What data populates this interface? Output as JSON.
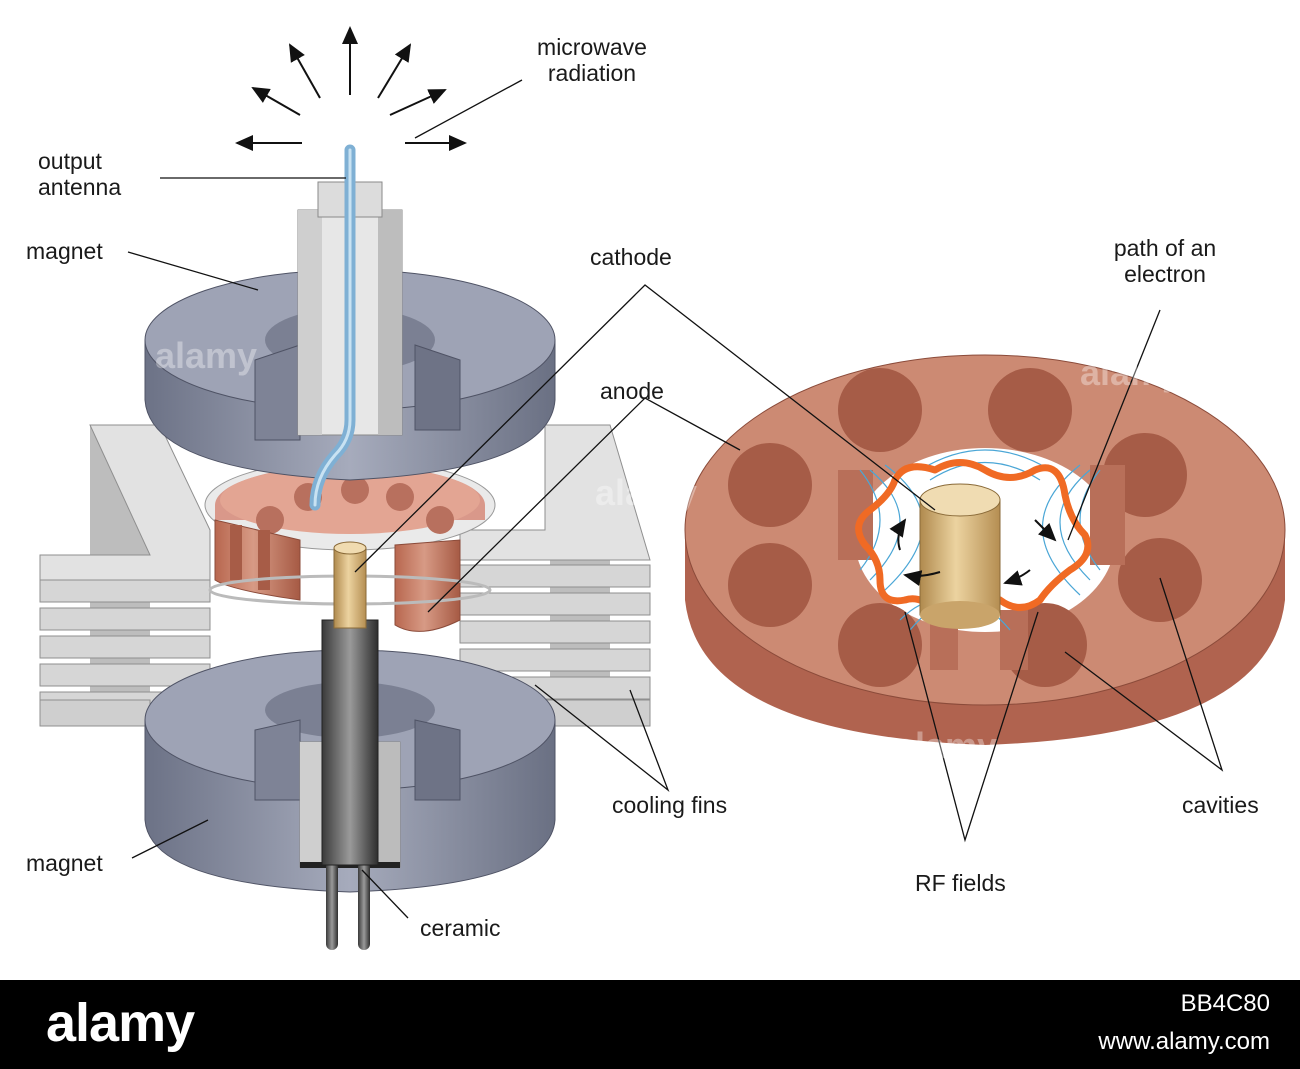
{
  "labels": {
    "microwave_radiation": [
      "microwave",
      "radiation"
    ],
    "output_antenna": [
      "output",
      "antenna"
    ],
    "magnet_top": "magnet",
    "cathode": "cathode",
    "anode": "anode",
    "path_of_electron": [
      "path of an",
      "electron"
    ],
    "cooling_fins": "cooling fins",
    "magnet_bottom": "magnet",
    "ceramic": "ceramic",
    "rf_fields": "RF fields",
    "cavities": "cavities"
  },
  "watermark": "alamy",
  "footer": {
    "brand": "alamy",
    "image_id": "BB4C80",
    "site": "www.alamy.com"
  },
  "colors": {
    "copper": "#c98068",
    "magnet_steel": "#8a8fa3",
    "fins": "#d2d2d2",
    "cathode_gold": "#d8b57a",
    "electron_path": "#f06a24",
    "rf_field_lines": "#4aa6d6",
    "antenna": "#8ab8d8"
  }
}
